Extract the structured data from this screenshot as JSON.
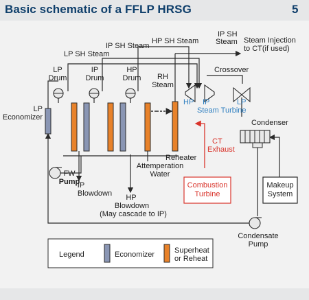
{
  "header": {
    "title": "Basic schematic of a FFLP HRSG",
    "page_number": "5"
  },
  "labels": {
    "ip_sh_steam_top": "IP SH",
    "ip_sh_steam_bot": "Steam",
    "steam_injection_1": "Steam Injection",
    "steam_injection_2": "to CT(if used)",
    "hp_sh_steam": "HP SH Steam",
    "ip_sh_steam": "IP SH Steam",
    "lp_sh_steam": "LP SH Steam",
    "crossover": "Crossover",
    "lp_drum_1": "LP",
    "lp_drum_2": "Drum",
    "ip_drum_1": "IP",
    "ip_drum_2": "Drum",
    "hp_drum_1": "HP",
    "hp_drum_2": "Drum",
    "rh_steam_1": "RH",
    "rh_steam_2": "Steam",
    "lp_econ_1": "LP",
    "lp_econ_2": "Economizer",
    "turbine_hp": "HP",
    "turbine_ip": "IP",
    "turbine_lp": "LP",
    "steam_turbine": "Steam Turbine",
    "condenser": "Condenser",
    "reheater": "Reheater",
    "ct_exhaust_1": "CT",
    "ct_exhaust_2": "Exhaust",
    "attemperation_1": "Attemperation",
    "attemperation_2": "Water",
    "fw_pump_1": "FW",
    "fw_pump_2": "Pump",
    "ip_blowdown_1": "IP",
    "ip_blowdown_2": "Blowdown",
    "hp_blowdown_1": "HP",
    "hp_blowdown_2": "Blowdown",
    "hp_blowdown_3": "(May cascade to IP)",
    "combustion_1": "Combustion",
    "combustion_2": "Turbine",
    "makeup_1": "Makeup",
    "makeup_2": "System",
    "condensate_1": "Condensate",
    "condensate_2": "Pump"
  },
  "legend": {
    "title": "Legend",
    "economizer": "Economizer",
    "superheat_1": "Superheat",
    "superheat_2": "or Reheat"
  },
  "colors": {
    "title": "#0f3f6b",
    "line": "#2a2a2a",
    "economizer": "#8a96b4",
    "superheat": "#e8822a",
    "red": "#d9342b",
    "blue": "#2e7fc0"
  }
}
